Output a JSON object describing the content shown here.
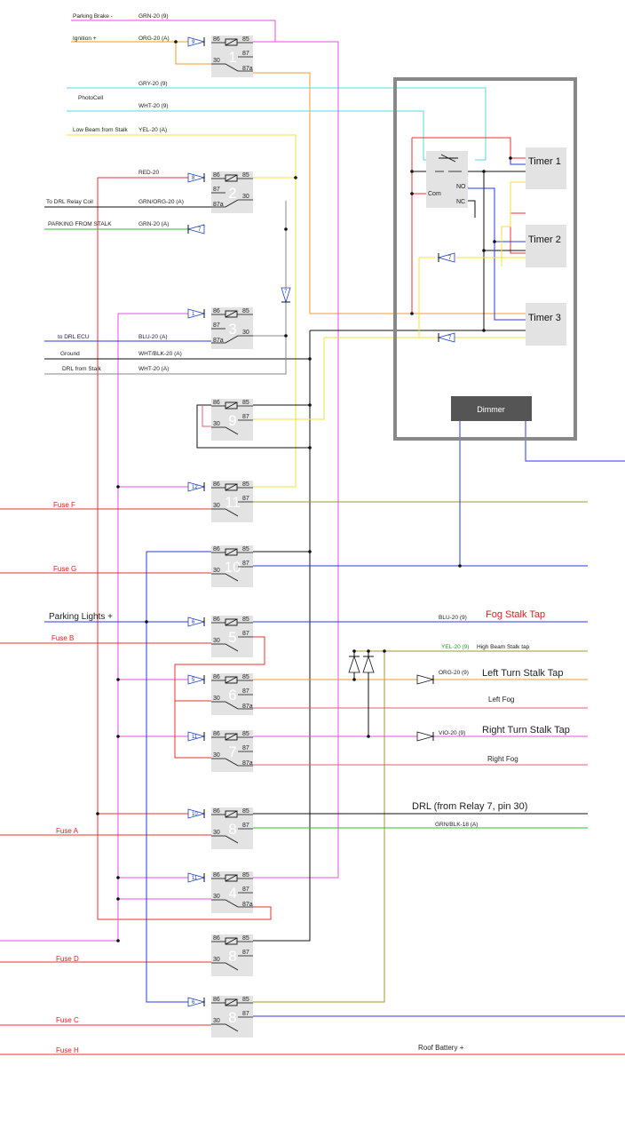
{
  "wire_labels": {
    "parking_brake": "Parking Brake -",
    "parking_brake_color": "GRN-20 (9)",
    "ignition": "Ignition +",
    "ignition_color": "ORG-20 (A)",
    "gry": "GRY-20 (9)",
    "photocell": "PhotoCell",
    "wht": "WHT-20 (9)",
    "low_beam": "Low Beam from Stalk",
    "low_beam_color": "YEL-20 (A)",
    "red20": "RED-20",
    "to_drl_coil": "To DRL Relay Coil",
    "to_drl_coil_color": "GRN/ORG-20 (A)",
    "parking_from_stalk": "PARKING FROM STALK",
    "parking_from_stalk_color": "GRN-20 (A)",
    "to_drl_ecu": "to DRL ECU",
    "to_drl_ecu_color": "BLU-20 (A)",
    "ground": "Ground",
    "ground_color": "WHT/BLK-20 (A)",
    "drl_from_stalk": "DRL from Stalk",
    "drl_from_stalk_color": "WHT-20 (A)",
    "parking_lights": "Parking Lights +",
    "blu20_9": "BLU-20 (9)",
    "fog_stalk_tap": "Fog Stalk Tap",
    "yel20_9": "YEL-20 (9)",
    "high_beam_tap": "High Beam Stalk tap",
    "org20_9": "ORG-20 (9)",
    "left_turn_tap": "Left Turn Stalk Tap",
    "left_fog": "Left Fog",
    "vio20_9": "VIO-20 (9)",
    "right_turn_tap": "Right Turn Stalk Tap",
    "right_fog": "Right Fog",
    "drl_relay7": "DRL (from Relay 7, pin 30)",
    "grn_blk18": "GRN/BLK-18 (A)",
    "roof_battery": "Roof Battery +"
  },
  "fuses": {
    "f": "Fuse F",
    "g": "Fuse G",
    "b": "Fuse B",
    "a": "Fuse A",
    "d": "Fuse D",
    "c": "Fuse C",
    "h": "Fuse H"
  },
  "pins": {
    "p86": "86",
    "p85": "85",
    "p87": "87",
    "p30": "30",
    "p87a": "87a"
  },
  "relays": [
    {
      "num": "1"
    },
    {
      "num": "2"
    },
    {
      "num": "3"
    },
    {
      "num": "9"
    },
    {
      "num": "11"
    },
    {
      "num": "10"
    },
    {
      "num": "5"
    },
    {
      "num": "6"
    },
    {
      "num": "7"
    },
    {
      "num": "8"
    },
    {
      "num": "4"
    },
    {
      "num": "8"
    },
    {
      "num": "8"
    }
  ],
  "diodes": [
    "9",
    "8",
    "7",
    "1",
    "7",
    "7",
    "7",
    "12",
    "6",
    "5",
    "11",
    "10",
    "11",
    "6"
  ],
  "timer_module": {
    "timer1": "Timer 1",
    "timer2": "Timer 2",
    "timer3": "Timer 3",
    "com": "Com",
    "no": "NO",
    "nc": "NC",
    "dimmer": "Dimmer"
  },
  "colors": {
    "red": "#e83030",
    "orange": "#f29a2e",
    "yellow": "#f2e23a",
    "cyan": "#56d8e0",
    "magenta": "#e050e0",
    "blue": "#2a3ae0",
    "green": "#2fbf2f",
    "black": "#111111",
    "olive": "#a09a30",
    "gray": "#888888",
    "pink_red": "#e06070"
  }
}
